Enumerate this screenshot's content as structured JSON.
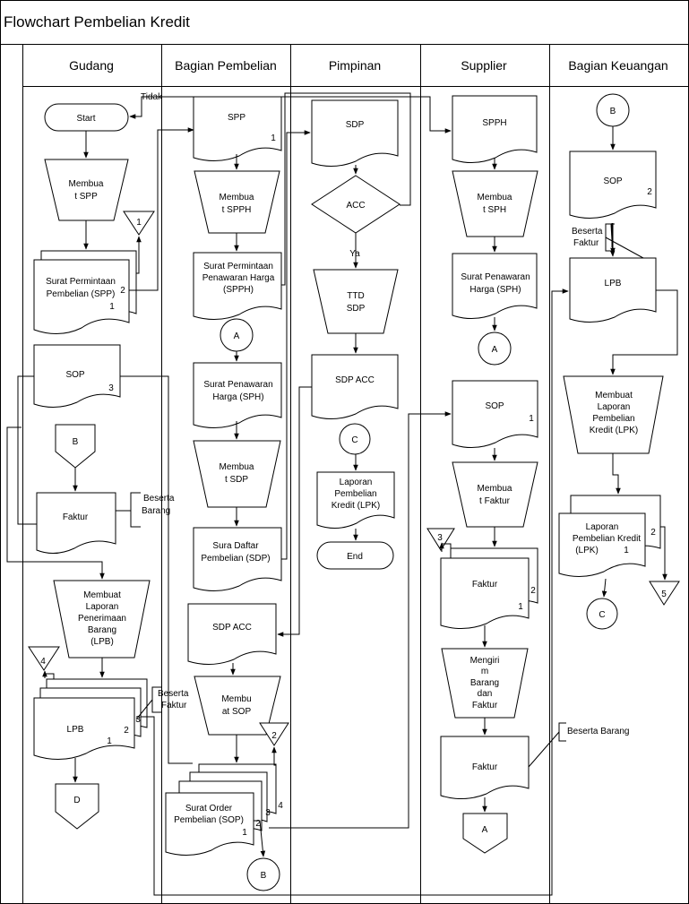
{
  "title": "Flowchart Pembelian Kredit",
  "lanes": [
    "Gudang",
    "Bagian Pembelian",
    "Pimpinan",
    "Supplier",
    "Bagian Keuangan"
  ],
  "gudang": {
    "start": "Start",
    "membuat_spp": [
      "Membua",
      "t SPP"
    ],
    "spp_doc": [
      "Surat Permintaan",
      "Pembelian (SPP)"
    ],
    "spp_num1": "1",
    "spp_num2": "2",
    "off1": "1",
    "sop_doc": "SOP",
    "sop_num": "3",
    "conn_b": "B",
    "faktur": "Faktur",
    "note_beserta_barang": [
      "Beserta",
      "Barang"
    ],
    "membuat_lpb": [
      "Membuat",
      "Laporan",
      "Penerimaan",
      "Barang",
      "(LPB)"
    ],
    "off4": "4",
    "lpb": "LPB",
    "lpb_num1": "1",
    "lpb_num2": "2",
    "lpb_num3": "3",
    "note_beserta_faktur": [
      "Beserta",
      "Faktur"
    ],
    "off_d": "D"
  },
  "pembelian": {
    "tidak": "Tidak",
    "spp": "SPP",
    "spp_num": "1",
    "membuat_spph": [
      "Membua",
      "t SPPH"
    ],
    "spph_doc": [
      "Surat Permintaan",
      "Penawaran Harga",
      "(SPPH)"
    ],
    "conn_a": "A",
    "sph_doc": [
      "Surat Penawaran",
      "Harga (SPH)"
    ],
    "membuat_sdp": [
      "Membua",
      "t SDP"
    ],
    "sdp_doc": [
      "Sura Daftar",
      "Pembelian (SDP)"
    ],
    "sdp_acc": "SDP ACC",
    "membuat_sop": [
      "Membu",
      "at SOP"
    ],
    "off2": "2",
    "sop_doc": [
      "Surat Order",
      "Pembelian (SOP)"
    ],
    "sop_nums": [
      "1",
      "2",
      "3",
      "4"
    ],
    "conn_b": "B"
  },
  "pimpinan": {
    "sdp": "SDP",
    "acc": "ACC",
    "ya": "Ya",
    "ttd_sdp": [
      "TTD",
      "SDP"
    ],
    "sdp_acc": "SDP ACC",
    "conn_c": "C",
    "lpk_doc": [
      "Laporan",
      "Pembelian",
      "Kredit (LPK)"
    ],
    "end": "End"
  },
  "supplier": {
    "spph": "SPPH",
    "membuat_sph": [
      "Membua",
      "t SPH"
    ],
    "sph_doc": [
      "Surat Penawaran",
      "Harga (SPH)"
    ],
    "conn_a": "A",
    "sop": "SOP",
    "sop_num": "1",
    "membuat_faktur": [
      "Membua",
      "t Faktur"
    ],
    "off3": "3",
    "faktur": "Faktur",
    "faktur_num1": "1",
    "faktur_num2": "2",
    "mengirim": [
      "Mengiri",
      "m",
      "Barang",
      "dan",
      "Faktur"
    ],
    "faktur2": "Faktur",
    "note_beserta_barang": "Beserta Barang",
    "off_a": "A"
  },
  "keuangan": {
    "conn_b": "B",
    "sop": "SOP",
    "sop_num": "2",
    "note_beserta_faktur": [
      "Beserta",
      "Faktur"
    ],
    "lpb": "LPB",
    "membuat_lpk": [
      "Membuat",
      "Laporan",
      "Pembelian",
      "Kredit (LPK)"
    ],
    "lpk_doc": [
      "Laporan",
      "Pembelian Kredit",
      "(LPK)"
    ],
    "lpk_num1": "1",
    "lpk_num2": "2",
    "off5": "5",
    "conn_c": "C"
  }
}
